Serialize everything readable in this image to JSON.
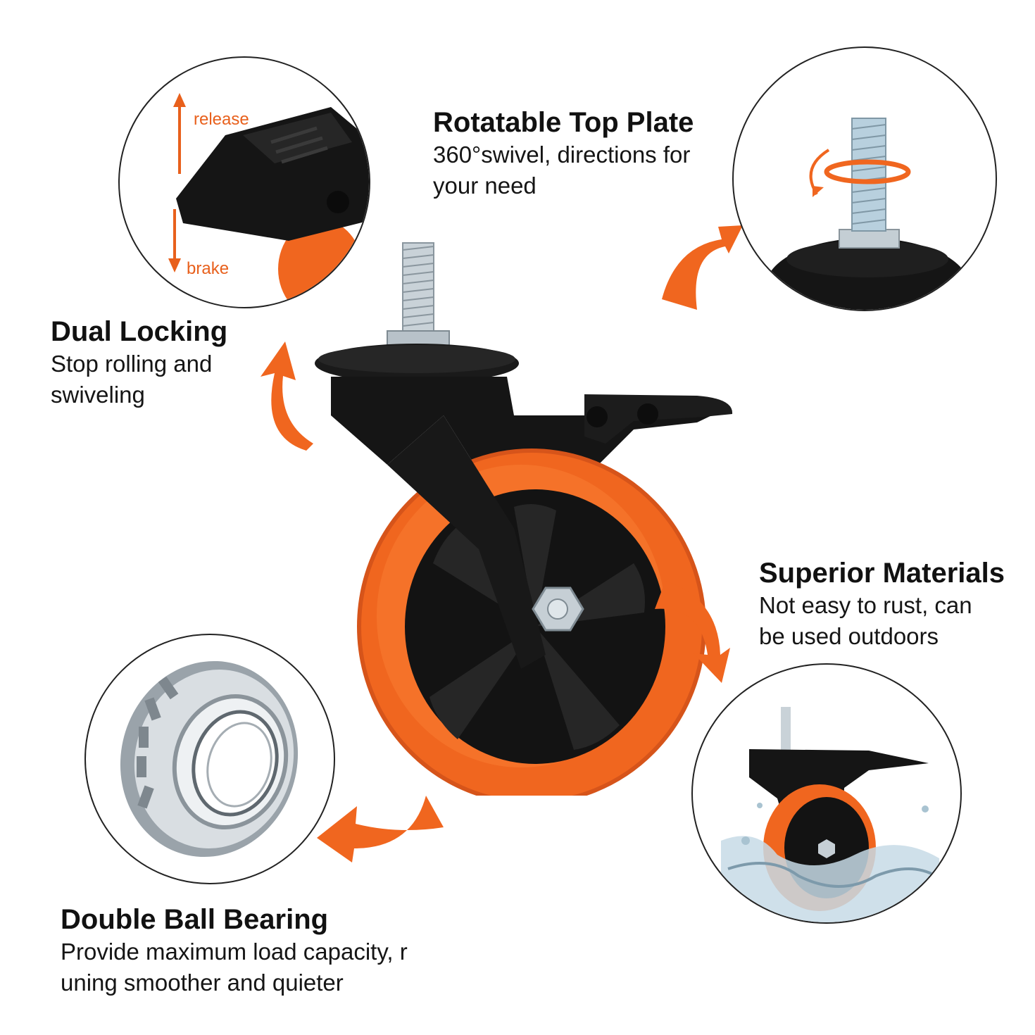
{
  "colors": {
    "accent": "#f0661f",
    "black": "#141414",
    "steel": "#b9c4cc"
  },
  "features": {
    "rotatable": {
      "title": "Rotatable Top Plate",
      "desc_line1": "360°swivel, directions for",
      "desc_line2": "your need"
    },
    "locking": {
      "title": "Dual Locking",
      "desc_line1": "Stop rolling and",
      "desc_line2": "swiveling",
      "label_release": "release",
      "label_brake": "brake"
    },
    "materials": {
      "title": "Superior Materials",
      "desc_line1": "Not easy to rust, can",
      "desc_line2": "be used outdoors"
    },
    "bearing": {
      "title": "Double Ball Bearing",
      "desc_line1": "Provide maximum load capacity, r",
      "desc_line2": "uning smoother and quieter"
    }
  }
}
